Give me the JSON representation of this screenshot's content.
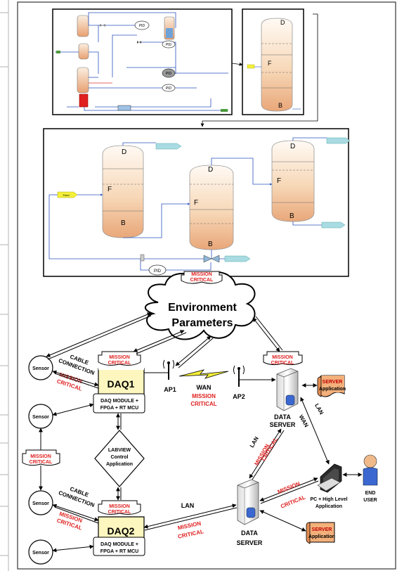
{
  "process": {
    "flowsheet1": {
      "pid_labels": [
        "PID",
        "PID",
        "PID",
        "PID"
      ]
    },
    "column_small": {
      "top": "D",
      "mid": "F",
      "bottom": "B"
    },
    "flowsheet2": {
      "feed": "Feed",
      "col1": {
        "top": "D",
        "mid": "F",
        "bottom": "B"
      },
      "col2": {
        "top": "D",
        "mid": "F",
        "bottom": "B"
      },
      "col3": {
        "top": "D",
        "mid": "F",
        "bottom": "B"
      },
      "pid": "PID"
    }
  },
  "network": {
    "cloud": {
      "line1": "Environment",
      "line2": "Parameters"
    },
    "mission_critical": {
      "line1": "MISSION",
      "line2": "CRITICAL"
    },
    "daq1": {
      "title": "DAQ1",
      "line1": "DAQ MODULE +",
      "line2": "FPGA + RT MCU"
    },
    "daq2": {
      "title": "DAQ2",
      "line1": "DAQ MODULE +",
      "line2": "FPGA + RT MCU"
    },
    "sensor": "Sensor",
    "cable_connection": {
      "line1": "CABLE",
      "line2": "CONNECTION"
    },
    "ap1": "AP1",
    "ap2": "AP2",
    "wan": "WAN",
    "lan": "LAN",
    "labview": {
      "line1": "LABVIEW",
      "line2": "Control",
      "line3": "Application"
    },
    "data_server": {
      "line1": "DATA",
      "line2": "SERVER"
    },
    "server_app": {
      "line1": "SERVER",
      "line2": "Application"
    },
    "pc_app": {
      "line1": "PC + High Level",
      "line2": "Application"
    },
    "end_user": {
      "line1": "END",
      "line2": "USER"
    }
  }
}
